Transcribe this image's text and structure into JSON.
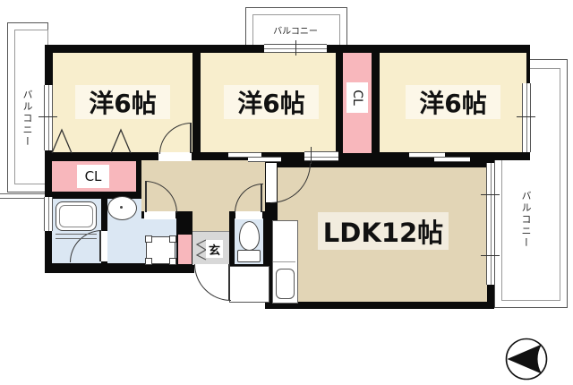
{
  "plan": {
    "rooms": {
      "bedroom1": {
        "label": "洋6帖"
      },
      "bedroom2": {
        "label": "洋6帖"
      },
      "bedroom3": {
        "label": "洋6帖"
      },
      "ldk": {
        "label": "LDK12帖"
      }
    },
    "closets": {
      "hall_closet_label": "CL",
      "bedroom_closet_label": "CL"
    },
    "entrance": {
      "label": "玄"
    },
    "balconies": {
      "left": "バルコニー",
      "top": "バルコニー",
      "right": "バルコニー"
    },
    "compass": {
      "direction": "north-left"
    },
    "colors": {
      "wall": "#0b0b0b",
      "bedroom_cream": "#f8eecd",
      "living_beige": "#e2d5b6",
      "closet_pink": "#f8b7bc",
      "wet_area_blue": "#dbe7f3",
      "entrance_gray": "#d8d8d8"
    }
  }
}
